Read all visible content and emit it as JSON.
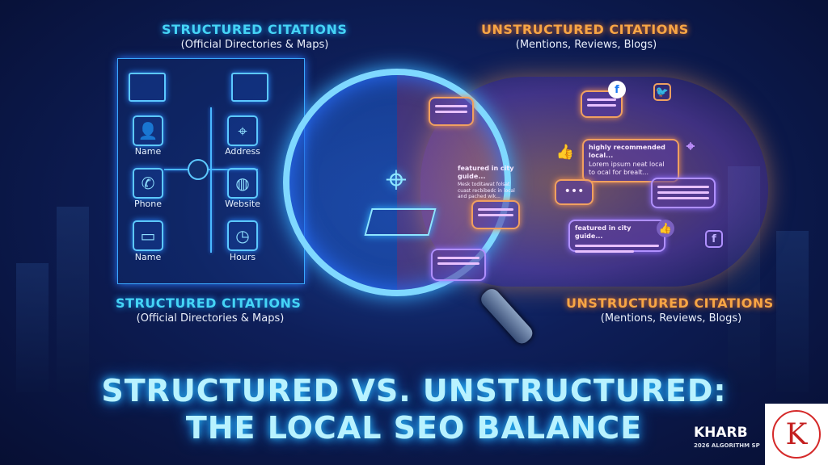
{
  "top_left": {
    "heading": "STRUCTURED CITATIONS",
    "subheading": "(Official Directories & Maps)"
  },
  "top_right": {
    "heading": "UNSTRUCTURED CITATIONS",
    "subheading": "(Mentions, Reviews, Blogs)"
  },
  "bottom_left": {
    "heading": "STRUCTURED CITATIONS",
    "subheading": "(Official Directories & Maps)"
  },
  "bottom_right": {
    "heading": "UNSTRUCTURED CITATIONS",
    "subheading": "(Mentions, Reviews, Blogs)"
  },
  "structured_fields": [
    {
      "label": "Name",
      "icon": "person-icon"
    },
    {
      "label": "Address",
      "icon": "location-pin-icon"
    },
    {
      "label": "Phone",
      "icon": "phone-icon"
    },
    {
      "label": "Website",
      "icon": "globe-icon"
    },
    {
      "label": "Name",
      "icon": "window-icon"
    },
    {
      "label": "Hours",
      "icon": "clock-icon"
    }
  ],
  "bubbles": {
    "b1": "highly recommended local...",
    "b1_body": "Lorem ipsum neat local to ocal for brealt...",
    "b2": "featured in city guide...",
    "b2_body": "Mesk toditawat folsat cuast recbibedc in local and pached wik...",
    "b3": "featured in city guide..."
  },
  "title": {
    "line1": "STRUCTURED VS. UNSTRUCTURED:",
    "line2": "THE LOCAL SEO BALANCE"
  },
  "brand": {
    "name": "KHARB",
    "tagline": "2026 ALGORITHM SP",
    "logo_text": "K"
  },
  "colors": {
    "structured": "#45d4f5",
    "unstructured": "#f7a545",
    "title": "#b8f2ff"
  }
}
